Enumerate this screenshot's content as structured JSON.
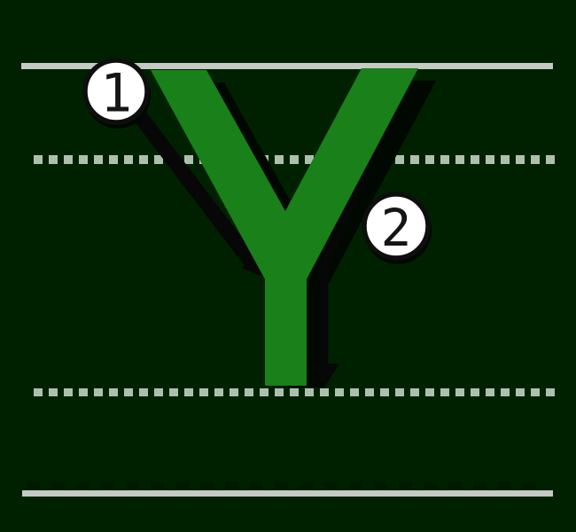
{
  "background_color": "#002100",
  "letter": {
    "character": "Y",
    "fill_color": "#1a801a",
    "shadow_color": "#010801"
  },
  "guide_lines": {
    "solid_color": "#c5cac5",
    "dotted_color": "#adc0ad",
    "bottom_shadow_dash_color": "#001a00"
  },
  "stroke_arrows": {
    "color": "#070707"
  },
  "stroke_markers": [
    {
      "label": "1",
      "fill": "#ffffff",
      "border": "#0e0e0e",
      "digit_color": "#151515"
    },
    {
      "label": "2",
      "fill": "#ffffff",
      "border": "#0e0e0e",
      "digit_color": "#151515"
    }
  ]
}
